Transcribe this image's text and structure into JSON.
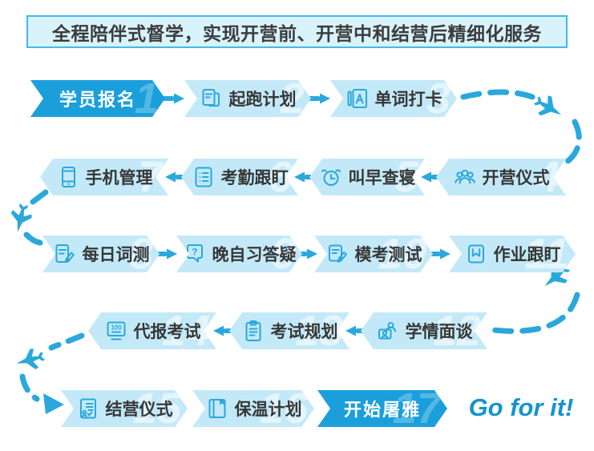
{
  "header": {
    "title": "全程陪伴式督学，实现开营前、开营中和结营后精细化服务"
  },
  "footer": {
    "slogan": "Go for it!"
  },
  "colors": {
    "dark_blue": "#1B9FDB",
    "light_blue": "#C3E9F8",
    "teal": "#2AA8DC",
    "header_bg": "#D8F3FC",
    "header_border": "#45B8E6",
    "text_dark": "#3C3C3C",
    "slogan_blue": "#1792CF"
  },
  "steps": [
    {
      "number": "1",
      "label": "学员报名",
      "icon": "none"
    },
    {
      "number": "2",
      "label": "起跑计划",
      "icon": "document-pages-icon"
    },
    {
      "number": "3",
      "label": "单词打卡",
      "icon": "flashcard-a-icon"
    },
    {
      "number": "4",
      "label": "开营仪式",
      "icon": "group-people-icon"
    },
    {
      "number": "5",
      "label": "叫早查寝",
      "icon": "alarm-clock-icon"
    },
    {
      "number": "6",
      "label": "考勤跟盯",
      "icon": "checklist-icon"
    },
    {
      "number": "7",
      "label": "手机管理",
      "icon": "phone-icon"
    },
    {
      "number": "8",
      "label": "每日词测",
      "icon": "note-pencil-icon"
    },
    {
      "number": "9",
      "label": "晚自习答疑",
      "icon": "question-bubble-icon"
    },
    {
      "number": "10",
      "label": "模考测试",
      "icon": "note-pen-icon"
    },
    {
      "number": "11",
      "label": "bookmark-badge-icon",
      "icon_name": "bookmark-badge-icon"
    },
    {
      "number": "12",
      "label": "学情面谈",
      "icon": "meeting-icon"
    },
    {
      "number": "13",
      "label": "考试规划",
      "icon": "clipboard-icon"
    },
    {
      "number": "14",
      "label": "代报考试",
      "icon": "score-screen-icon"
    },
    {
      "number": "15",
      "label": "结营仪式",
      "icon": "certificate-icon"
    },
    {
      "number": "16",
      "label": "保温计划",
      "icon": "book-bookmark-icon"
    },
    {
      "number": "17",
      "label": "开始屠雅",
      "icon": "none"
    }
  ],
  "step_11_fix": {
    "label": "作业跟盯"
  }
}
